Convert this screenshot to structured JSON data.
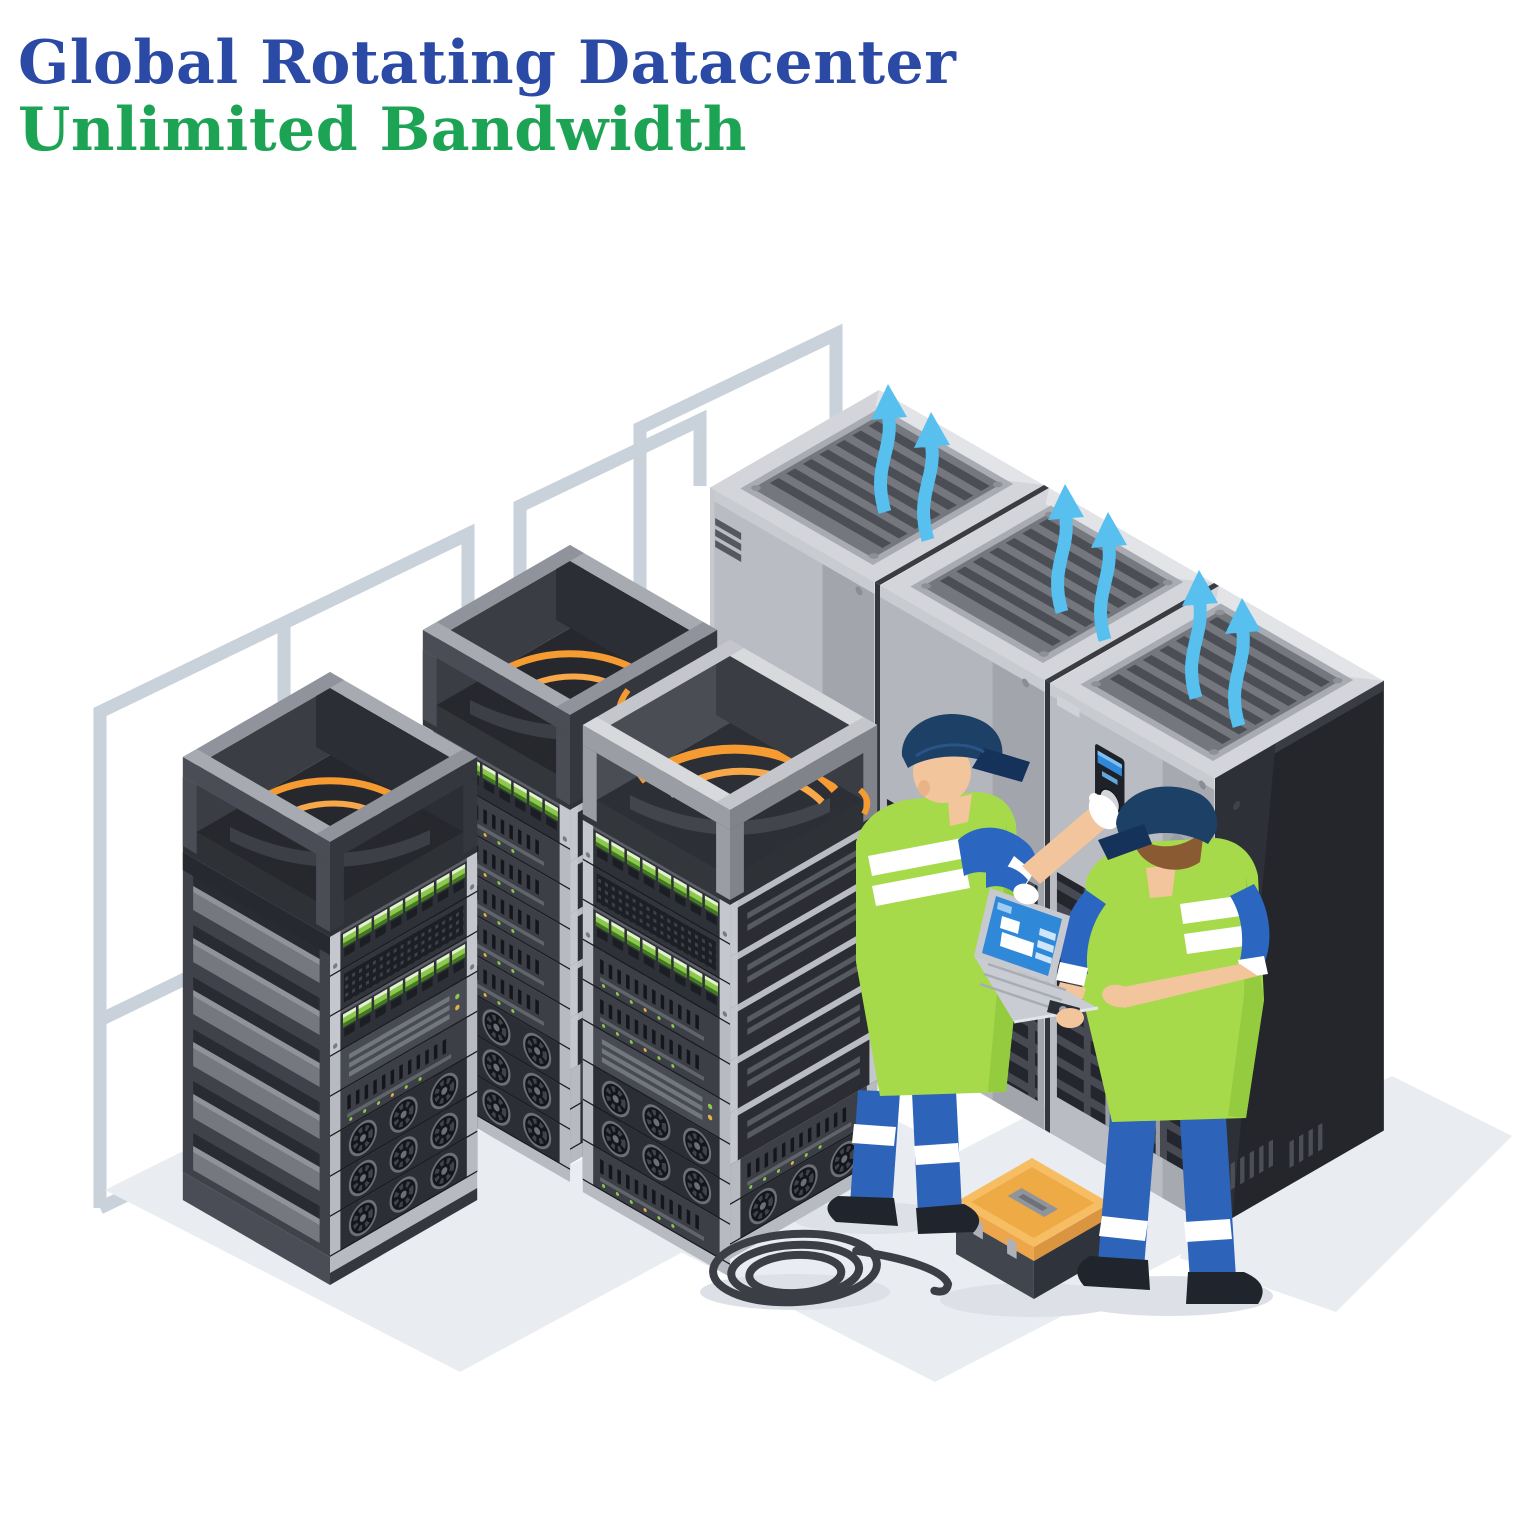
{
  "header": {
    "title": "Global Rotating Datacenter",
    "subtitle": "Unlimited Bandwidth",
    "title_color": "#2b4aa5",
    "subtitle_color": "#1ca454"
  },
  "palette": {
    "arrow_blue": "#58c0ee",
    "vest_green": "#a6da4b",
    "uniform_blue": "#2b66c0",
    "pants_blue": "#2d63b8",
    "cap_navy": "#1c4066",
    "skin": "#f3c59d",
    "hair_brown": "#8a5a33",
    "glove_white": "#ffffff",
    "cabinet_gray": "#b9bcc2",
    "cabinet_top_gray": "#d3d5da",
    "cabinet_side_dark": "#24262c",
    "rack_dark": "#34373e",
    "rack_frame_light": "#d7d9dd",
    "led_green": "#8cc84e",
    "cable_orange": "#f59b31",
    "laptop_screen_blue": "#2f88d8",
    "toolbox_yellow": "#f6bd63",
    "toolbox_body_dark": "#41454d",
    "floor_shadow": "#e9ecf0",
    "wireframe_gray": "#c9d2da"
  },
  "scene": {
    "background": "wireframe-wall-outlines",
    "racks": [
      "open-frame-server-rack-left",
      "open-frame-server-rack-middle",
      "open-frame-server-rack-right"
    ],
    "cooling_cabinets": [
      "cooling-cabinet-1",
      "cooling-cabinet-2",
      "cooling-cabinet-3"
    ],
    "airflow": "blue-arrows-rising-from-top-vents",
    "technicians": [
      "technician-pointing-at-control-panel",
      "technician-holding-laptop"
    ],
    "objects": [
      "laptop",
      "toolbox",
      "coiled-cable",
      "floor-shadows"
    ]
  }
}
